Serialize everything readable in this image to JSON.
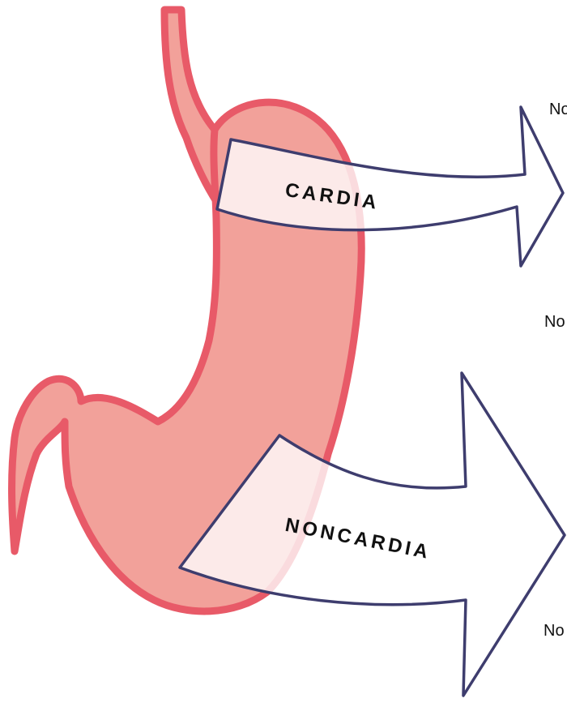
{
  "regions": {
    "cardia": {
      "label": "CARDIA"
    },
    "noncardia": {
      "label": "NONCARDIA"
    }
  },
  "right_edge_labels": [
    "No",
    "No",
    "No"
  ],
  "colors": {
    "stomach_fill": "#F2A19A",
    "stomach_outline": "#E85A68",
    "arrow_stroke": "#3E3D6E",
    "arrow_fill": "#FFFFFF"
  }
}
